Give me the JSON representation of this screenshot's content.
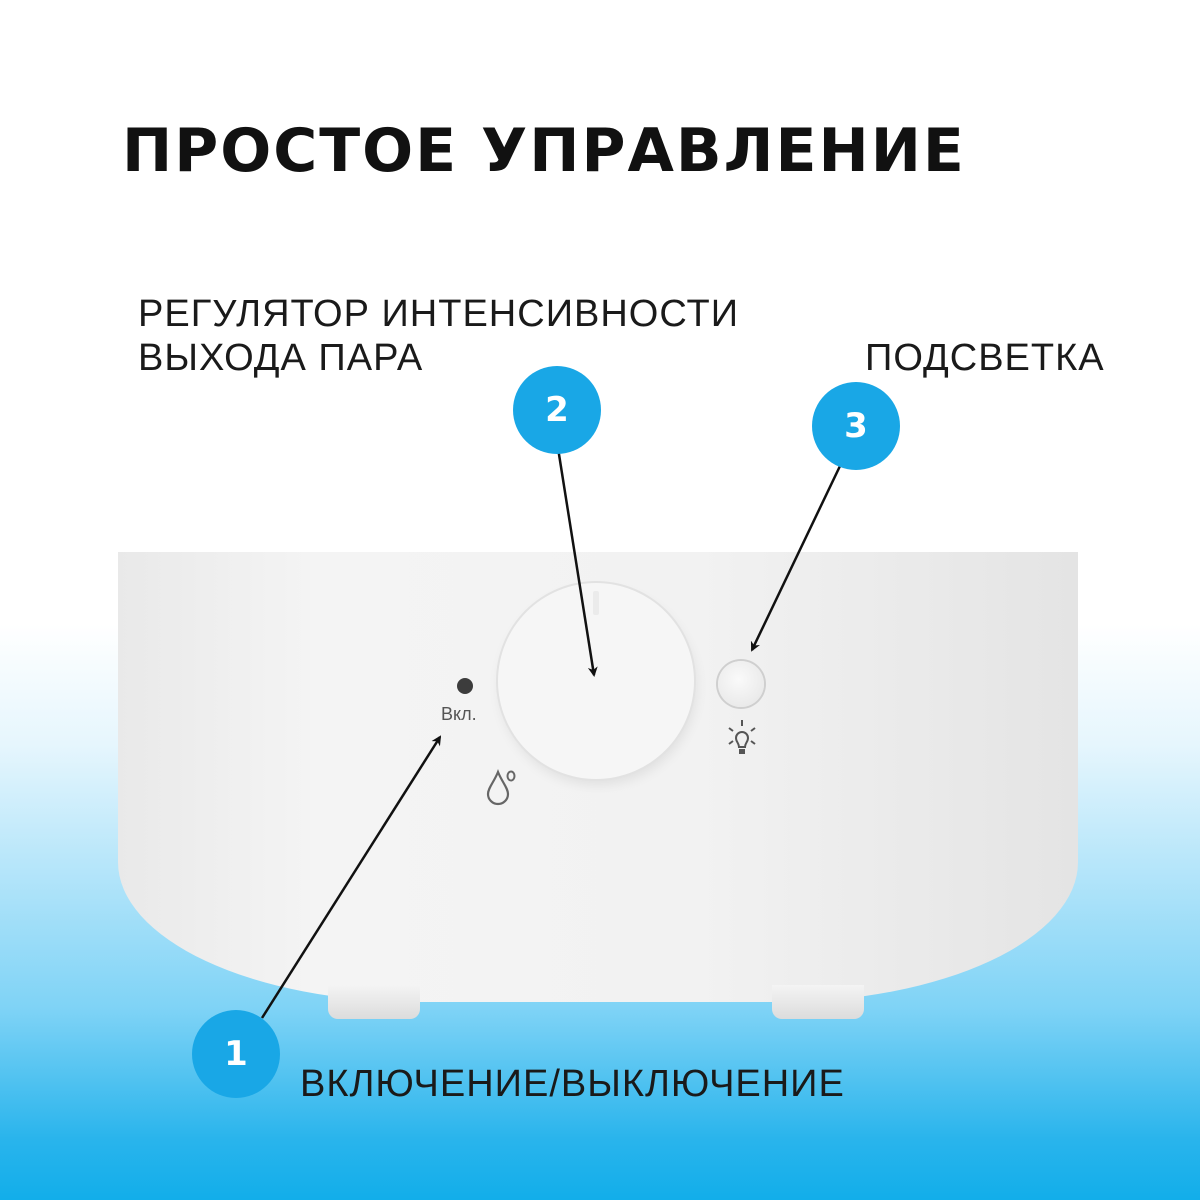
{
  "title": "ПРОСТОЕ УПРАВЛЕНИЕ",
  "callouts": [
    {
      "number": "1",
      "label": "ВКЛЮЧЕНИЕ/ВЫКЛЮЧЕНИЕ"
    },
    {
      "number": "2",
      "label_line1": "РЕГУЛЯТОР ИНТЕНСИВНОСТИ",
      "label_line2": "ВЫХОДА ПАРА"
    },
    {
      "number": "3",
      "label": "ПОДСВЕТКА"
    }
  ],
  "device": {
    "power_label": "Вкл.",
    "icons": [
      "power-led",
      "water-drop-icon",
      "light-bulb-icon"
    ]
  },
  "colors": {
    "badge": "#19a7e6",
    "text": "#1a1a1a",
    "gradient_bottom": "#12aeea"
  }
}
